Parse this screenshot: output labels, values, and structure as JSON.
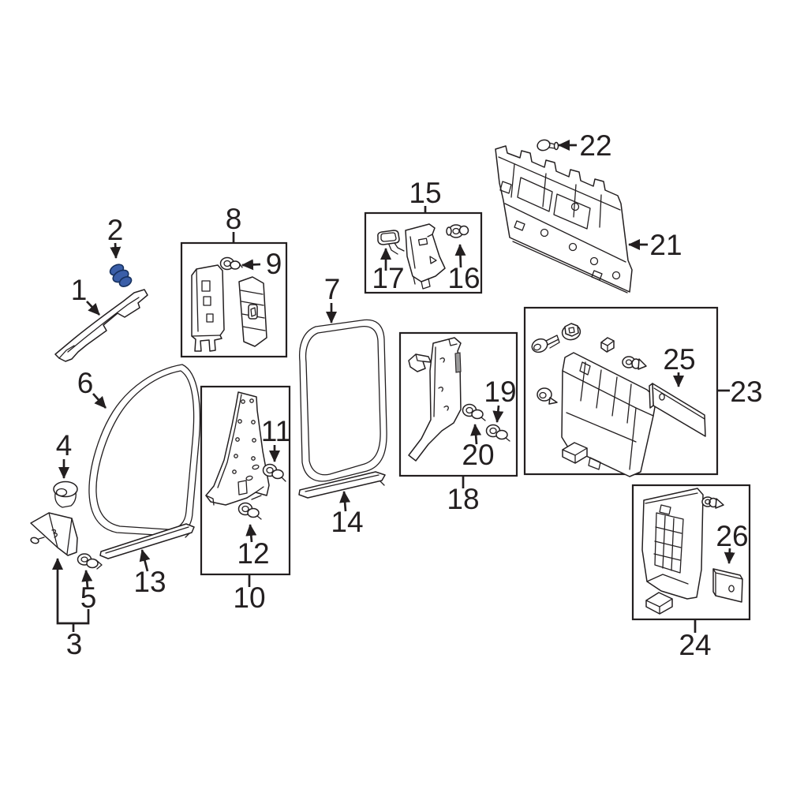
{
  "diagram": {
    "colors": {
      "background": "#ffffff",
      "line": "#231f20",
      "highlight_fill": "#3a5ea8",
      "highlight_outline": "#16305e"
    },
    "labels": {
      "n1": "1",
      "n2": "2",
      "n3": "3",
      "n4": "4",
      "n5": "5",
      "n6": "6",
      "n7": "7",
      "n8": "8",
      "n9": "9",
      "n10": "10",
      "n11": "11",
      "n12": "12",
      "n13": "13",
      "n14": "14",
      "n15": "15",
      "n16": "16",
      "n17": "17",
      "n18": "18",
      "n19": "19",
      "n20": "20",
      "n21": "21",
      "n22": "22",
      "n23": "23",
      "n24": "24",
      "n25": "25",
      "n26": "26"
    }
  }
}
